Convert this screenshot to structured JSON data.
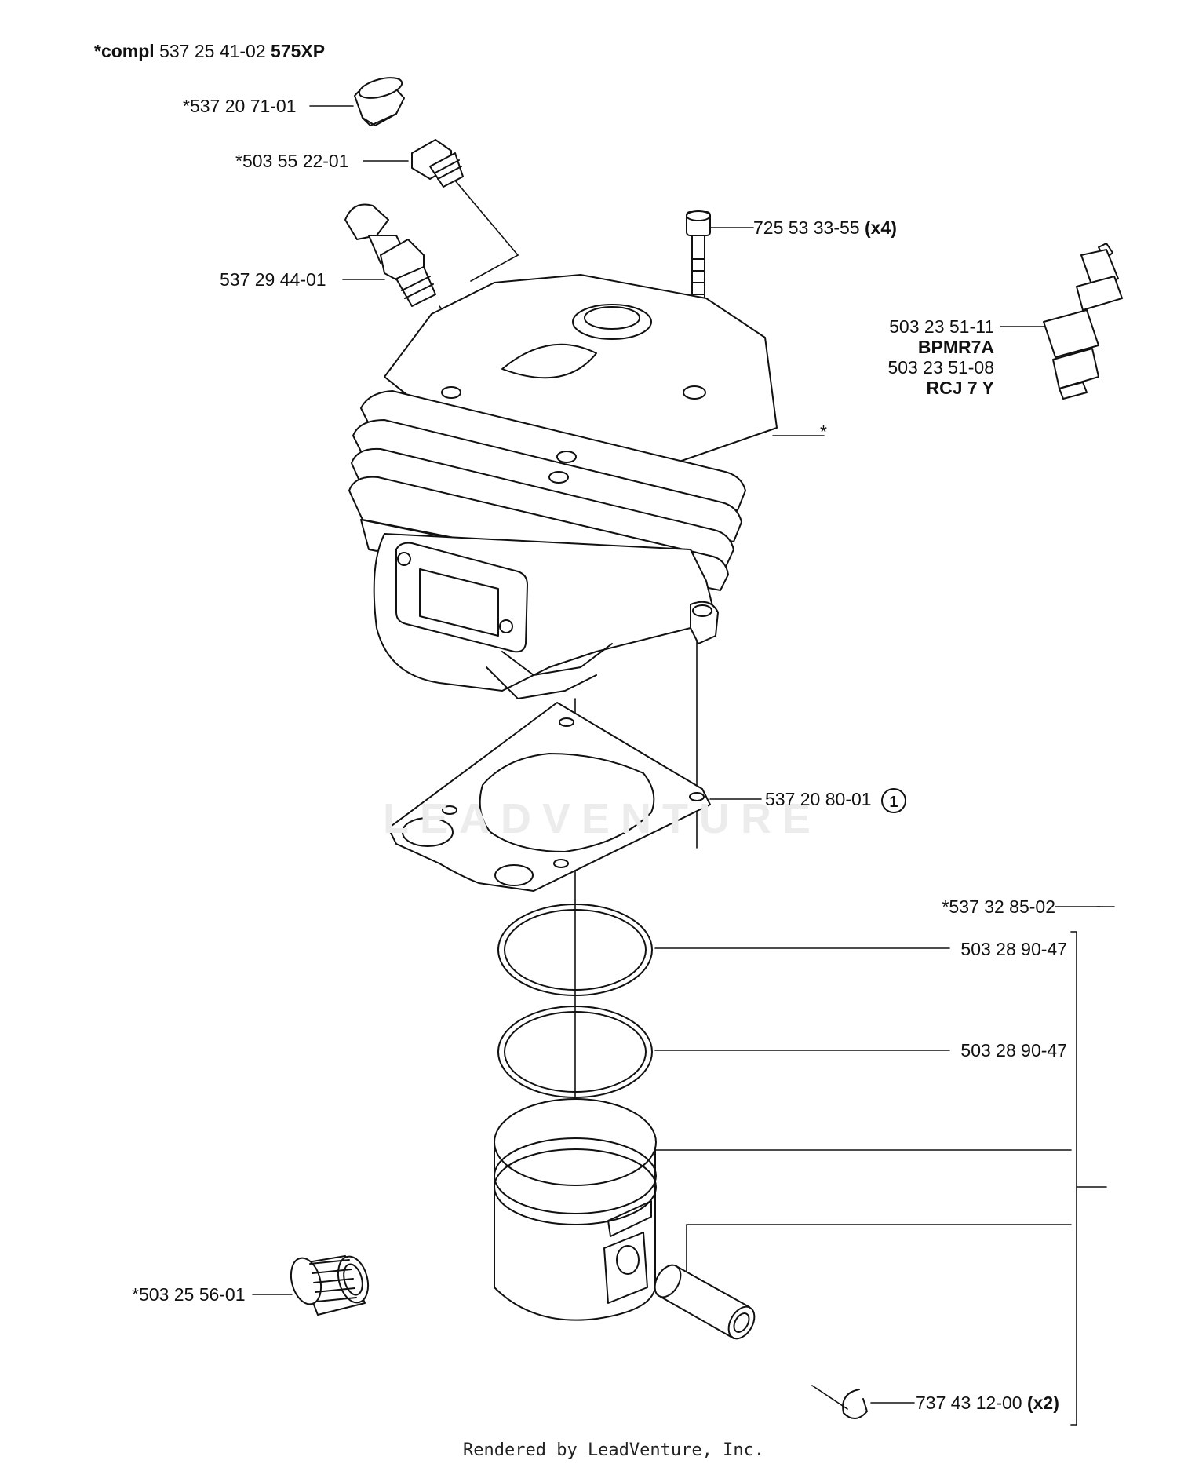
{
  "header": {
    "prefix": "*compl",
    "part": "537 25 41-02",
    "model": "575XP"
  },
  "labels": {
    "plug_cap": "*537 20 71-01",
    "plug_screw": "*503 55 22-01",
    "decompression_valve": "537 29 44-01",
    "cylinder_screw": "725 53 33-55",
    "cylinder_screw_qty": "(x4)",
    "spark_plug_1": "503 23 51-11",
    "spark_plug_1_type": "BPMR7A",
    "spark_plug_2": "503 23 51-08",
    "spark_plug_2_type": "RCJ 7 Y",
    "cylinder_star": "*",
    "gasket": "537 20 80-01",
    "gasket_callout": "1",
    "piston_kit": "*537 32 85-02",
    "ring_1": "503 28 90-47",
    "ring_2": "503 28 90-47",
    "needle_bearing": "*503 25 56-01",
    "circlip": "737 43 12-00",
    "circlip_qty": "(x2)"
  },
  "watermark": "LEADVENTURE",
  "footer": "Rendered by LeadVenture, Inc."
}
